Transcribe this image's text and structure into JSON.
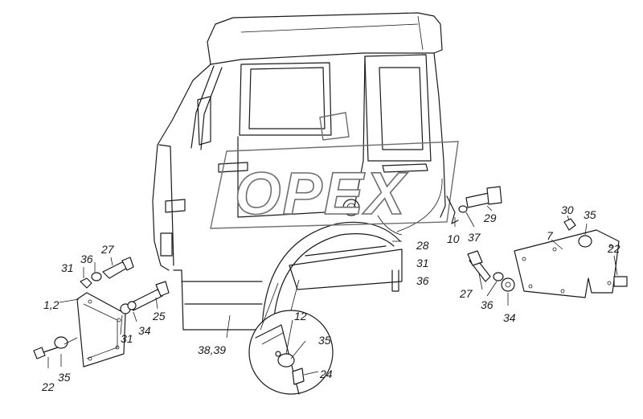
{
  "watermark": {
    "text": "OPEX"
  },
  "labels": {
    "l_1_2": "1,2",
    "l_22a": "22",
    "l_35a": "35",
    "l_31a": "31",
    "l_36a": "36",
    "l_27a": "27",
    "l_31b": "31",
    "l_34a": "34",
    "l_25": "25",
    "l_38_39": "38,39",
    "l_12": "12",
    "l_35b": "35",
    "l_24": "24",
    "l_28": "28",
    "l_31c": "31",
    "l_36b": "36",
    "l_10": "10",
    "l_37": "37",
    "l_29": "29",
    "l_27b": "27",
    "l_36c": "36",
    "l_34b": "34",
    "l_30": "30",
    "l_35c": "35",
    "l_7": "7",
    "l_22b": "22"
  }
}
